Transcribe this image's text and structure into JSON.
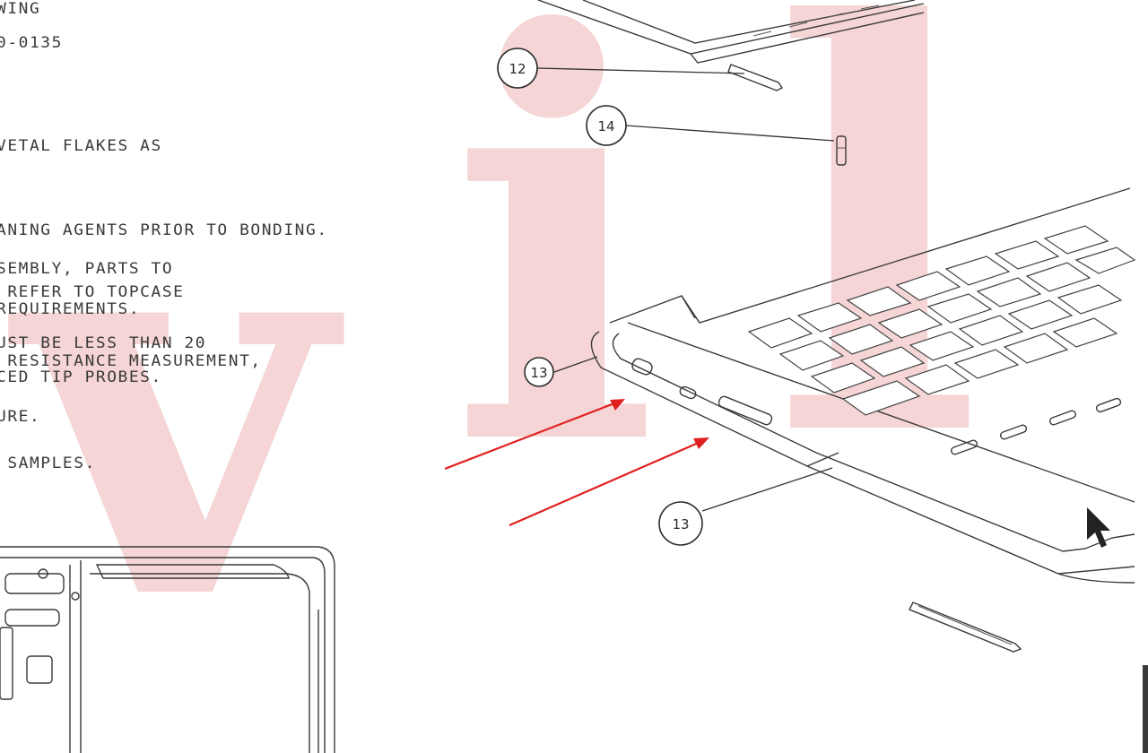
{
  "title_block": {
    "line1": "WING",
    "line2": "0-0135"
  },
  "notes": [
    "VETAL FLAKES AS",
    "ANING AGENTS PRIOR TO BONDING.",
    "SEMBLY, PARTS TO",
    " REFER TO TOPCASE",
    "REQUIREMENTS.",
    "UST BE LESS THAN 20",
    " RESISTANCE MEASUREMENT,",
    "CED TIP PROBES.",
    "URE.",
    " SAMPLES."
  ],
  "callouts": {
    "c12": "12",
    "c14": "14",
    "c13_upper": "13",
    "c13_lower": "13"
  },
  "watermark": {
    "letters": [
      "v",
      "i",
      "l"
    ]
  },
  "colors": {
    "arrow": "#e02020",
    "watermark": "#f5d5d5",
    "line_art": "#3a3a3a"
  },
  "icons": {
    "cursor": "mouse-pointer-icon"
  }
}
